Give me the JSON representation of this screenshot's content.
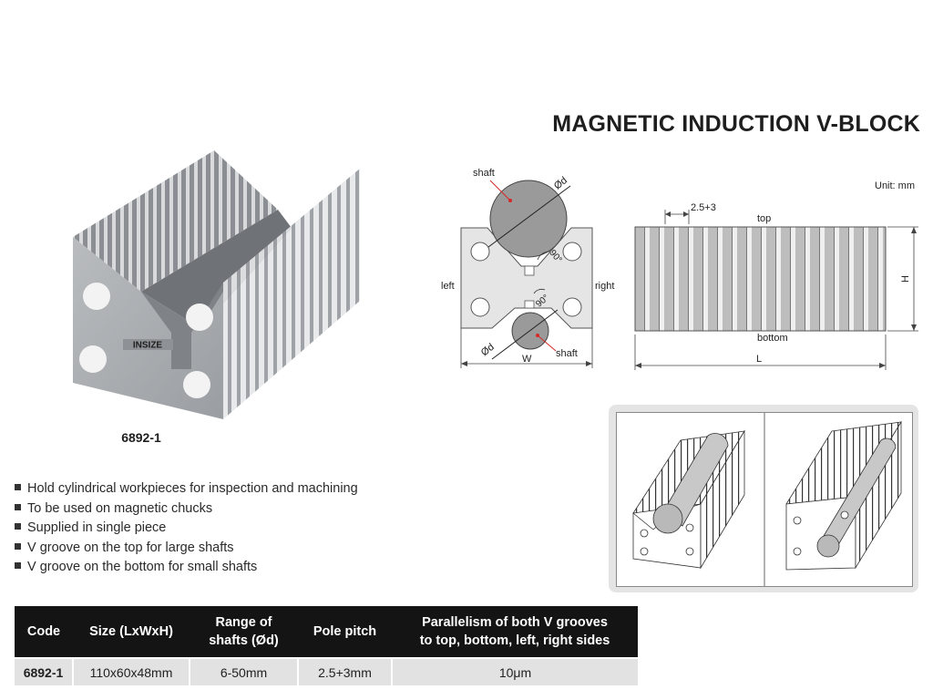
{
  "title": "MAGNETIC INDUCTION V-BLOCK",
  "product_code": "6892-1",
  "brand": "INSIZE",
  "features": [
    "Hold cylindrical workpieces for inspection and machining",
    "To be used on magnetic chucks",
    "Supplied in single piece",
    "V groove on the top for large shafts",
    "V groove on the bottom for small shafts"
  ],
  "front_diagram": {
    "shaft_top_label": "shaft",
    "diameter_label": "Ød",
    "angle_label": "90°",
    "left_label": "left",
    "right_label": "right",
    "shaft_bottom_label": "shaft",
    "width_label": "W"
  },
  "side_diagram": {
    "unit": "Unit: mm",
    "pitch_label": "2.5+3",
    "top_label": "top",
    "bottom_label": "bottom",
    "height_label": "H",
    "length_label": "L"
  },
  "table": {
    "headers": [
      "Code",
      "Size (LxWxH)",
      "Range of shafts (Ød)",
      "Pole pitch",
      "Parallelism of both V grooves to top, bottom, left, right sides"
    ],
    "header_lines": [
      [
        "Code"
      ],
      [
        "Size (LxWxH)"
      ],
      [
        "Range of",
        "shafts (Ød)"
      ],
      [
        "Pole pitch"
      ],
      [
        "Parallelism of both V grooves",
        "to top, bottom, left, right sides"
      ]
    ],
    "rows": [
      [
        "6892-1",
        "110x60x48mm",
        "6-50mm",
        "2.5+3mm",
        "10μm"
      ]
    ]
  }
}
